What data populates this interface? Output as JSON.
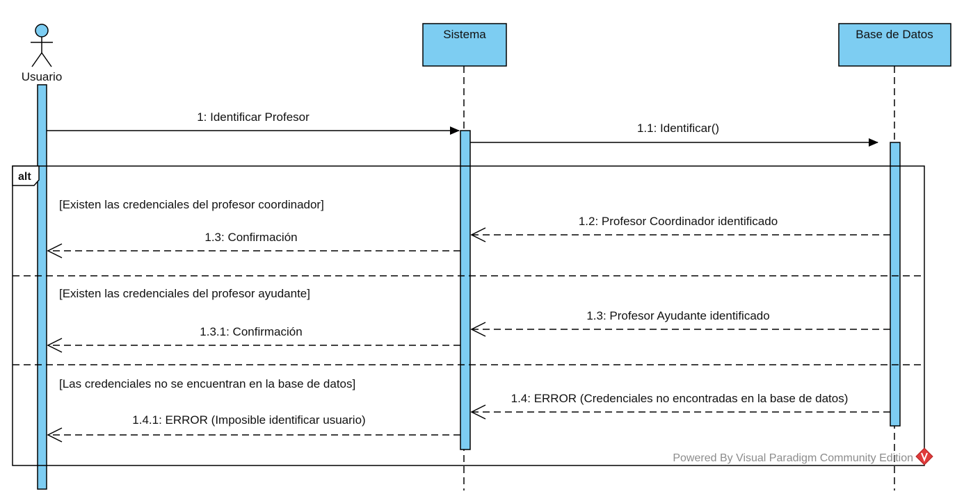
{
  "participants": {
    "actor": "Usuario",
    "system": "Sistema",
    "database": "Base de Datos"
  },
  "messages": {
    "m1": "1: Identificar Profesor",
    "m1_1": "1.1: Identificar()",
    "m1_2": "1.2: Profesor Coordinador identificado",
    "m1_3": "1.3: Confirmación",
    "m1_3b": "1.3: Profesor Ayudante identificado",
    "m1_3_1": "1.3.1: Confirmación",
    "m1_4": "1.4: ERROR (Credenciales no encontradas en la base de datos)",
    "m1_4_1": "1.4.1: ERROR (Imposible identificar usuario)"
  },
  "fragment": {
    "operator": "alt",
    "guards": [
      "[Existen las credenciales del profesor coordinador]",
      "[Existen las credenciales del profesor ayudante]",
      "[Las credenciales no se encuentran en la base de datos]"
    ]
  },
  "watermark": "Powered By Visual Paradigm Community Edition",
  "colors": {
    "box_fill": "#7dcdf2",
    "line": "#000000",
    "logo_red": "#e03a3a"
  }
}
